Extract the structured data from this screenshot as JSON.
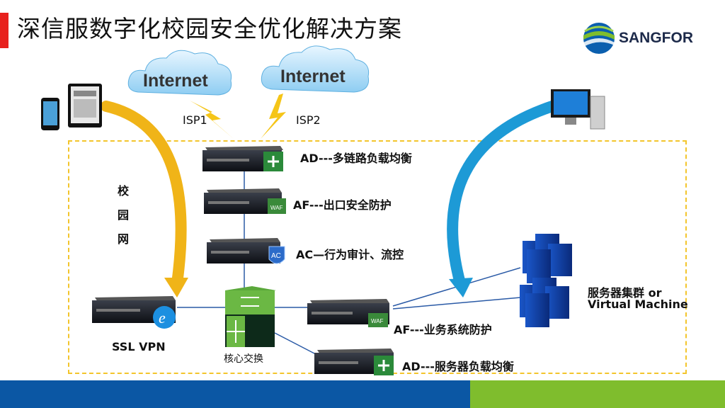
{
  "title": "深信服数字化校园安全优化解决方案",
  "logo": {
    "brand": "SANGFOR"
  },
  "clouds": {
    "left": "Internet",
    "right": "Internet"
  },
  "isp": {
    "isp1": "ISP1",
    "isp2": "ISP2"
  },
  "devices": {
    "ad_top": "AD---多链路负载均衡",
    "af_top": "AF---出口安全防护",
    "ac": "AC—行为审计、流控",
    "ssl_vpn": "SSL VPN",
    "core_switch": "核心交换",
    "af_business": "AF---业务系统防护",
    "ad_bottom": "AD---服务器负载均衡",
    "server_cluster_line1": "服务器集群 or",
    "server_cluster_line2": "Virtual Machine"
  },
  "campus_label": [
    "校",
    "园",
    "网"
  ],
  "badges": {
    "ac": "AC",
    "waf": "WAF"
  },
  "colors": {
    "accent_red": "#e8211d",
    "footer_blue": "#0b57a4",
    "footer_green": "#7fbd2d",
    "arrow_yellow": "#f0b418",
    "arrow_blue": "#1d9ad6",
    "dash": "#f3c52c"
  }
}
